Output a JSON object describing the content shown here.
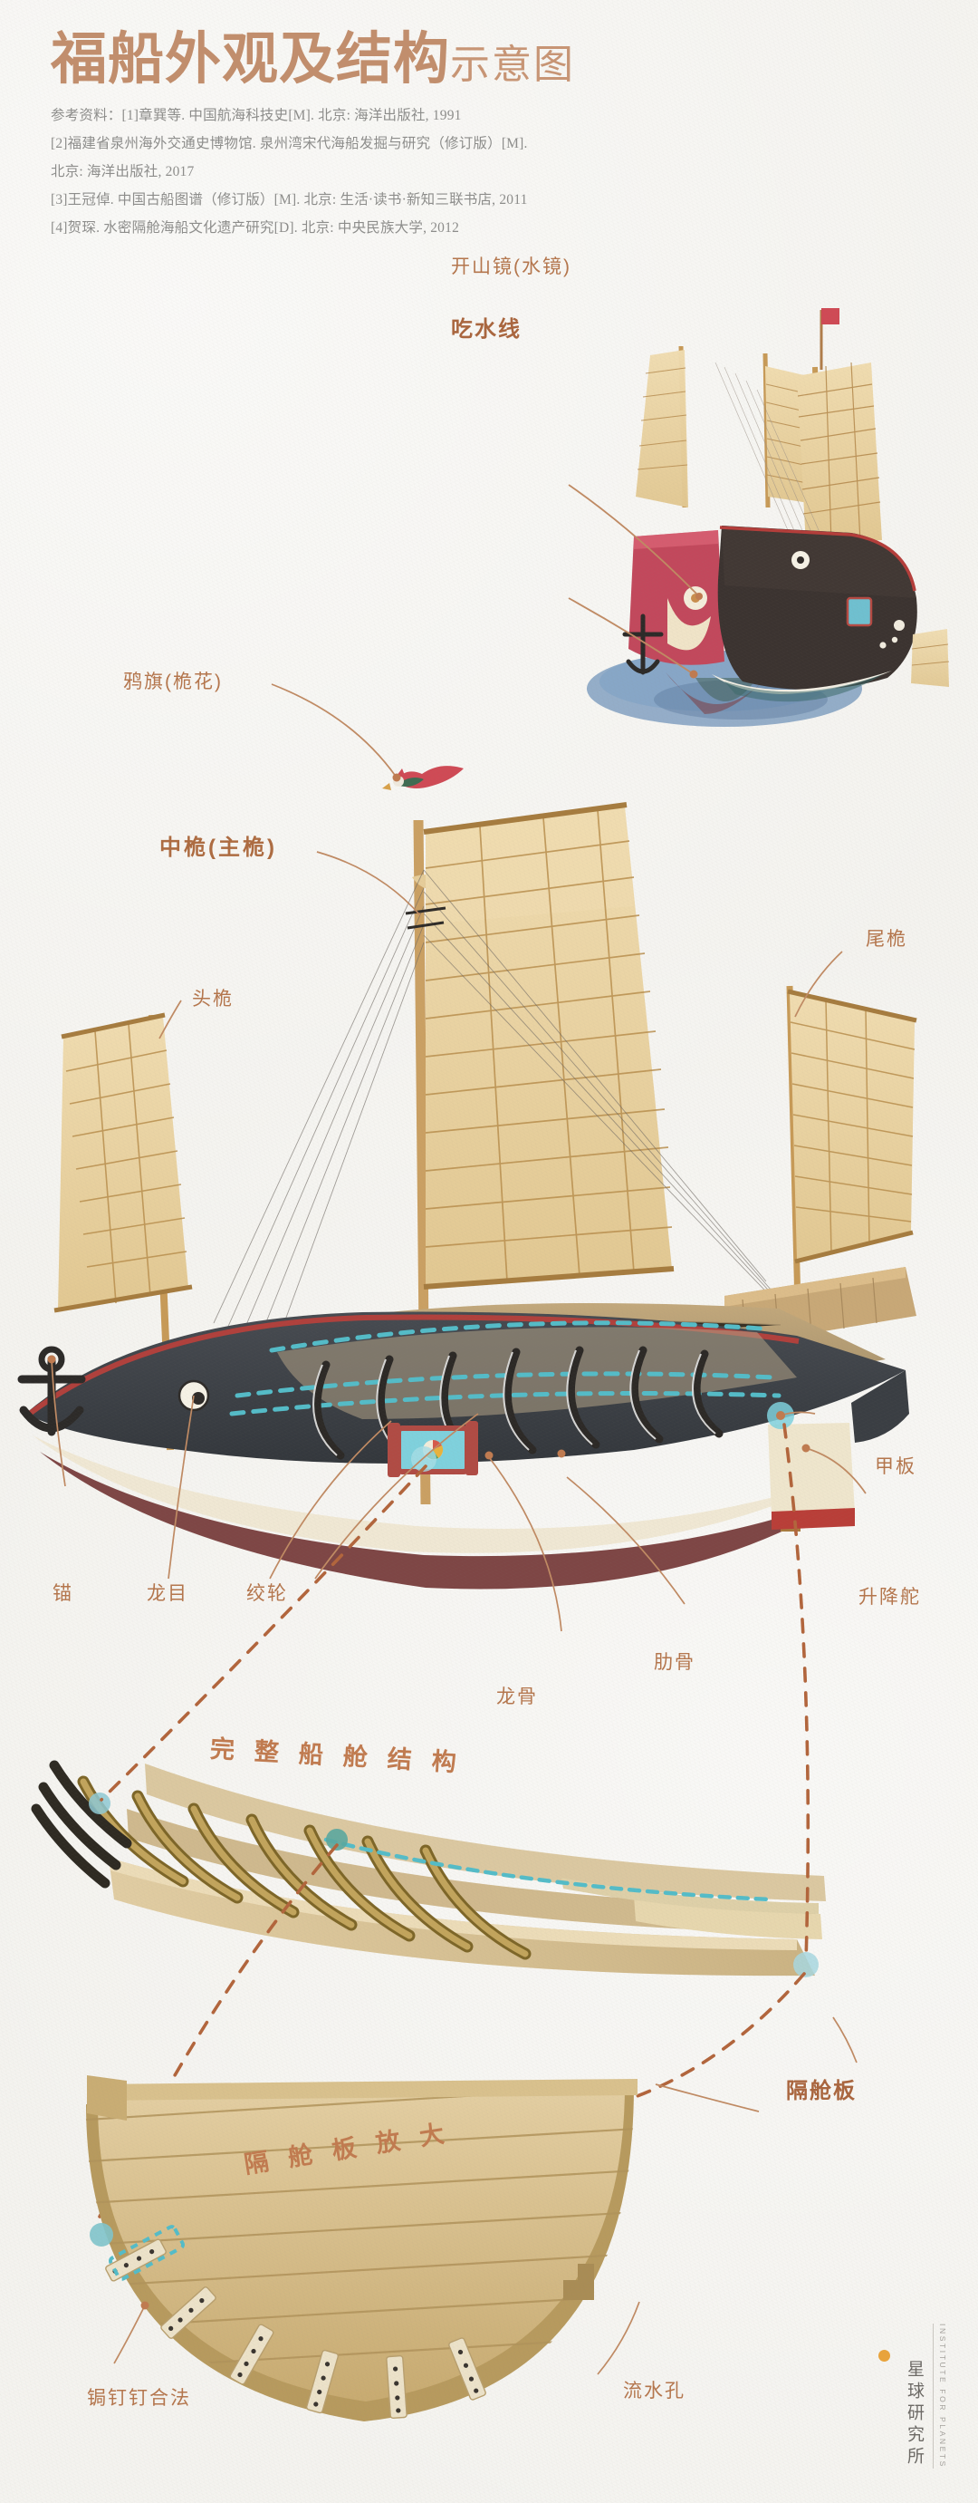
{
  "header": {
    "title_main": "福船外观及结构",
    "title_sub": "示意图",
    "references": [
      "参考资料：[1]章巽等. 中国航海科技史[M]. 北京: 海洋出版社, 1991",
      "[2]福建省泉州海外交通史博物馆. 泉州湾宋代海船发掘与研究（修订版）[M].",
      "北京: 海洋出版社, 2017",
      "[3]王冠倬. 中国古船图谱（修订版）[M]. 北京: 生活·读书·新知三联书店, 2011",
      "[4]贺琛. 水密隔舱海船文化遗产研究[D]. 北京: 中央民族大学, 2012"
    ]
  },
  "inset_ship": {
    "labels": [
      {
        "id": "kaishanjing",
        "text": "开山镜(水镜)",
        "bold": false
      },
      {
        "id": "chishuixian",
        "text": "吃水线",
        "bold": true
      }
    ]
  },
  "main_ship": {
    "labels": [
      {
        "id": "yaqi",
        "text": "鸦旗(桅花)",
        "style": "normal"
      },
      {
        "id": "zhongwei",
        "text": "中桅(主桅)",
        "style": "big"
      },
      {
        "id": "touwei",
        "text": "头桅",
        "style": "normal"
      },
      {
        "id": "weiwei",
        "text": "尾桅",
        "style": "normal"
      },
      {
        "id": "mao",
        "text": "锚",
        "style": "normal"
      },
      {
        "id": "longmu",
        "text": "龙目",
        "style": "normal"
      },
      {
        "id": "jiaolun",
        "text": "绞轮",
        "style": "normal"
      },
      {
        "id": "jiaban",
        "text": "甲板",
        "style": "normal"
      },
      {
        "id": "shengjiangduo",
        "text": "升降舵",
        "style": "normal"
      },
      {
        "id": "longgu",
        "text": "龙骨",
        "style": "normal"
      },
      {
        "id": "leigu",
        "text": "肋骨",
        "style": "normal"
      }
    ]
  },
  "section_hull": {
    "heading": "完整船舱结构",
    "labels": [
      {
        "id": "gecangban",
        "text": "隔舱板"
      }
    ]
  },
  "section_bulkhead": {
    "heading": "隔舱板放大",
    "labels": [
      {
        "id": "judingdinghefa",
        "text": "锔钉钉合法"
      },
      {
        "id": "liushuikong",
        "text": "流水孔"
      }
    ]
  },
  "brand": {
    "cn": "星球研究所",
    "en": "INSTITUTE FOR PLANETS"
  },
  "palette": {
    "paper": "#f4f3ef",
    "title": "#c18e6d",
    "label": "#b4764d",
    "label_bold": "#a9663f",
    "heading": "#c07b50",
    "ref_text": "#8d8d8b",
    "hull_dark": "#3e4247",
    "hull_red": "#9c4a43",
    "sail": "#ecd7a8",
    "mast": "#c79a57",
    "water": "#6e92b8",
    "teal": "#54b8c4",
    "wood_light": "#ddc79b",
    "wood_mid": "#b99a5e",
    "wood_dark": "#8d7233",
    "accent_dot": "#c07b50"
  }
}
